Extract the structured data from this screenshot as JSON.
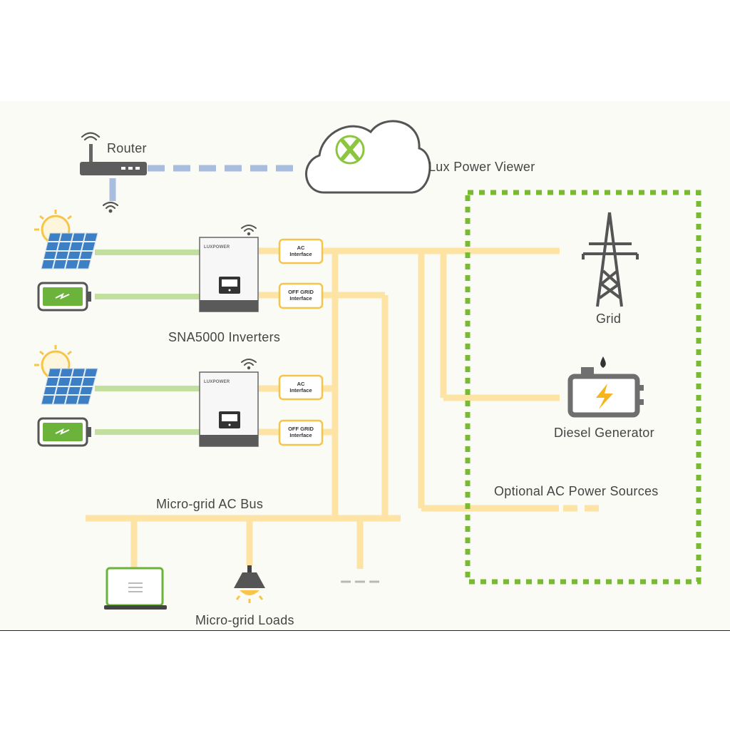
{
  "labels": {
    "router": "Router",
    "cloud": "Lux Power Viewer",
    "inverters": "SNA5000 Inverters",
    "grid": "Grid",
    "diesel": "Diesel Generator",
    "optional": "Optional AC Power Sources",
    "bus": "Micro-grid AC Bus",
    "loads": "Micro-grid Loads"
  },
  "interfaces": [
    {
      "line1": "AC",
      "line2": "Interface"
    },
    {
      "line1": "OFF GRID",
      "line2": "Interface"
    },
    {
      "line1": "AC",
      "line2": "Interface"
    },
    {
      "line1": "OFF GRID",
      "line2": "Interface"
    }
  ],
  "brand_mark": "LUXPOWER",
  "colors": {
    "ac_bus": "#fde3a4",
    "dc_line": "#c3dfa0",
    "data_link": "#a9bedf",
    "optional_border": "#77bb2e",
    "interface_border": "#f6c44a",
    "solar_panel": "#3d7fc4",
    "battery_fill": "#6bb33b",
    "grid_tower": "#555555",
    "generator": "#6f6f6f",
    "generator_bolt": "#f5b51b"
  },
  "icons": [
    "wifi-icon",
    "router-icon",
    "cloud-icon",
    "luxpower-logo-icon",
    "sun-icon",
    "solar-panel-icon",
    "battery-icon",
    "inverter-icon",
    "grid-tower-icon",
    "diesel-generator-icon",
    "laptop-icon",
    "lamp-icon"
  ]
}
